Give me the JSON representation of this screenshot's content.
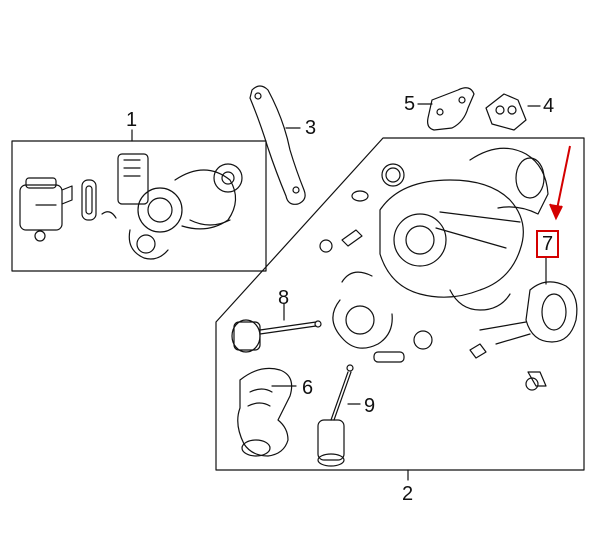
{
  "callouts": {
    "c1": "1",
    "c2": "2",
    "c3": "3",
    "c4": "4",
    "c5": "5",
    "c6": "6",
    "c7": "7",
    "c8": "8",
    "c9": "9"
  },
  "highlight_color": "#d40000"
}
